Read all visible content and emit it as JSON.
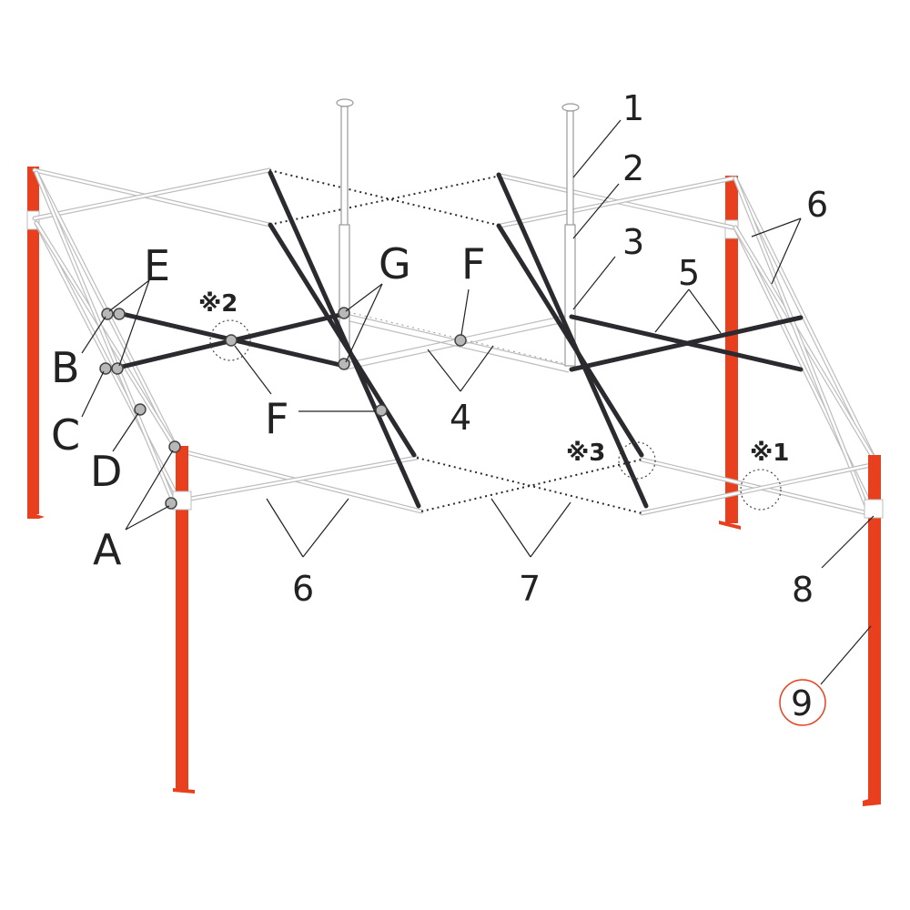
{
  "colors": {
    "leg": "#e8401e",
    "leg_dark": "#b52a10",
    "bar": "#2a2a2f",
    "frame": "#bdbdbd",
    "joint": "#b8b8b8",
    "badge": "#e8401e"
  },
  "letters": {
    "A": "A",
    "B": "B",
    "C": "C",
    "D": "D",
    "E": "E",
    "F1": "F",
    "F2": "F",
    "G": "G"
  },
  "numbers": {
    "n1": "1",
    "n2": "2",
    "n3": "3",
    "n4": "4",
    "n5": "5",
    "n6a": "6",
    "n6b": "6",
    "n7": "7",
    "n8": "8",
    "n9": "9"
  },
  "notes": {
    "note1": "※1",
    "note2": "※2",
    "note3": "※3"
  }
}
